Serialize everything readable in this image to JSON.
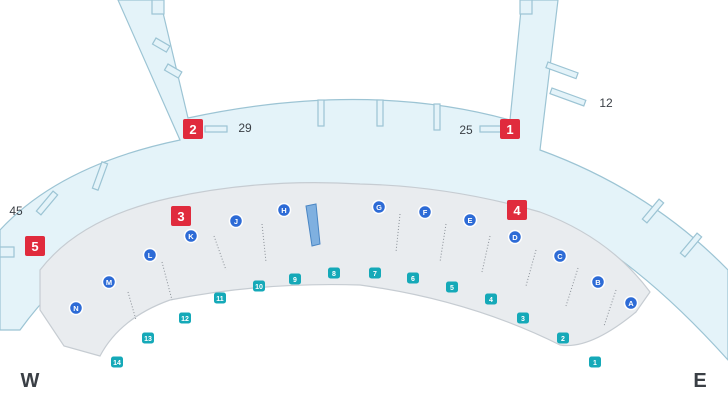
{
  "colors": {
    "concourse_fill": "#e4f3f9",
    "concourse_stroke": "#9cc4d4",
    "building_fill": "#e9ecef",
    "building_stroke": "#c6ccd2",
    "gate_blue": "#2d6bd6",
    "pier_teal": "#15a9b8",
    "marker_red": "#e02b3d",
    "text_dark": "#3a3f45"
  },
  "compass": {
    "west": "W",
    "east": "E"
  },
  "area_markers": [
    {
      "label": "1"
    },
    {
      "label": "2"
    },
    {
      "label": "3"
    },
    {
      "label": "4"
    },
    {
      "label": "5"
    }
  ],
  "plain_labels": [
    {
      "text": "12"
    },
    {
      "text": "25"
    },
    {
      "text": "29"
    },
    {
      "text": "45"
    }
  ],
  "gates": [
    "A",
    "B",
    "C",
    "D",
    "E",
    "F",
    "G",
    "H",
    "J",
    "K",
    "L",
    "M",
    "N"
  ],
  "piers": [
    "1",
    "2",
    "3",
    "4",
    "5",
    "6",
    "7",
    "8",
    "9",
    "10",
    "11",
    "12",
    "13",
    "14"
  ]
}
